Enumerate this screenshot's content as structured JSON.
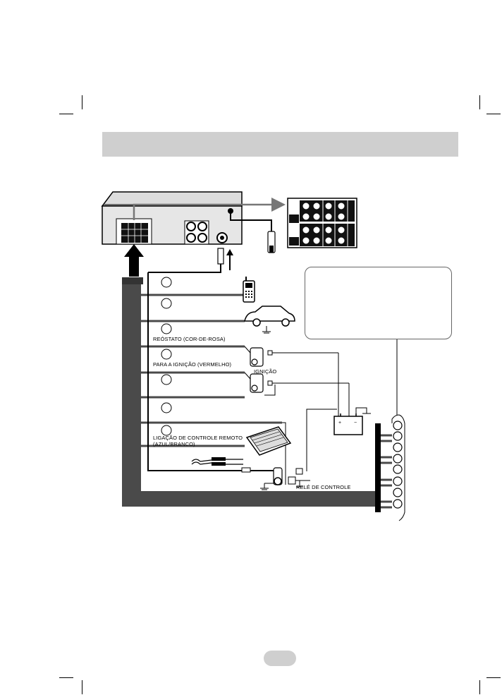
{
  "page": {
    "header_title": "",
    "page_number": ""
  },
  "labels": {
    "rheostat": "REÓSTATO (COR-DE-ROSA)",
    "ignition_feed": "PARA A IGNIÇÃO (VERMELHO)",
    "ignition_switch": "IGNIÇÃO",
    "remote_line1": "LIGAÇÃO DE CONTROLE REMOTO",
    "remote_line2": "(AZUL/BRANCO)",
    "control_relay": "RELÉ DE CONTROLE"
  },
  "callout_box": {
    "text": ""
  },
  "icons": [
    "head-unit-icon",
    "wiring-connector-icon",
    "antenna-plug-icon",
    "mobile-phone-icon",
    "car-icon",
    "fuse-icon",
    "battery-icon",
    "amplifier-icon",
    "relay-icon",
    "speaker-terminal-icon"
  ]
}
